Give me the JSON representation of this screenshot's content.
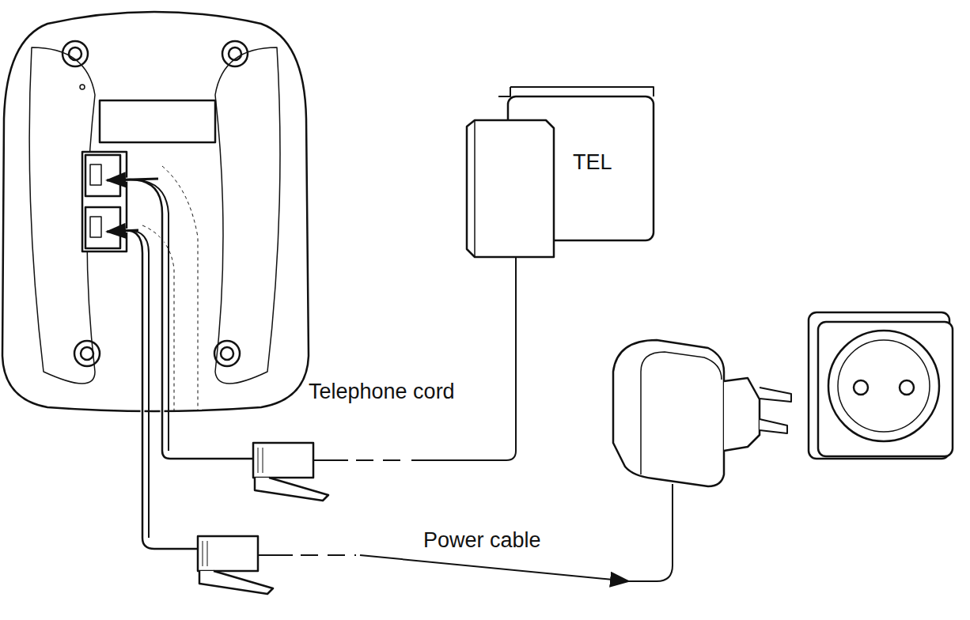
{
  "diagram": {
    "nodes": [
      {
        "text": [
          "TEL"
        ]
      }
    ],
    "labels": [
      "Telephone cord",
      "Power cable"
    ]
  }
}
